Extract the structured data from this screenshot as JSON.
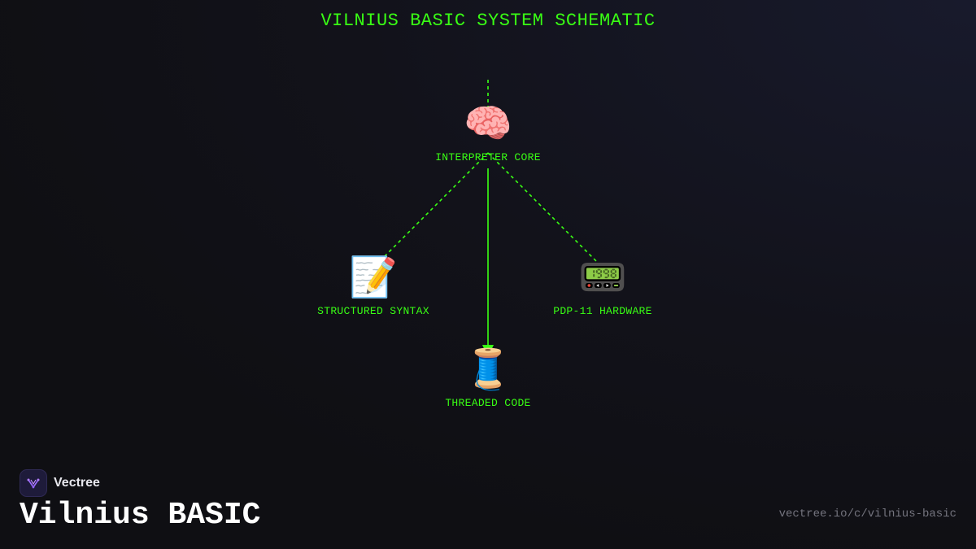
{
  "diagram": {
    "title": "VILNIUS BASIC SYSTEM SCHEMATIC",
    "accent_color": "#39ff14",
    "nodes": [
      {
        "id": "core",
        "label": "INTERPRETER CORE",
        "icon": "🧠",
        "icon_name": "brain-icon"
      },
      {
        "id": "syntax",
        "label": "STRUCTURED SYNTAX",
        "icon": "📝",
        "icon_name": "memo-icon"
      },
      {
        "id": "hardware",
        "label": "PDP-11 HARDWARE",
        "icon": "📟",
        "icon_name": "pager-icon"
      },
      {
        "id": "threaded",
        "label": "THREADED CODE",
        "icon": "🧵",
        "icon_name": "thread-spool-icon"
      }
    ],
    "edges": [
      {
        "from": "top",
        "to": "core",
        "style": "dashed"
      },
      {
        "from": "core",
        "to": "syntax",
        "style": "dashed"
      },
      {
        "from": "core",
        "to": "hardware",
        "style": "dashed"
      },
      {
        "from": "core",
        "to": "threaded",
        "style": "solid",
        "arrow": true
      }
    ]
  },
  "footer": {
    "brand_name": "Vectree",
    "page_title": "Vilnius BASIC",
    "url": "vectree.io/c/vilnius-basic"
  }
}
